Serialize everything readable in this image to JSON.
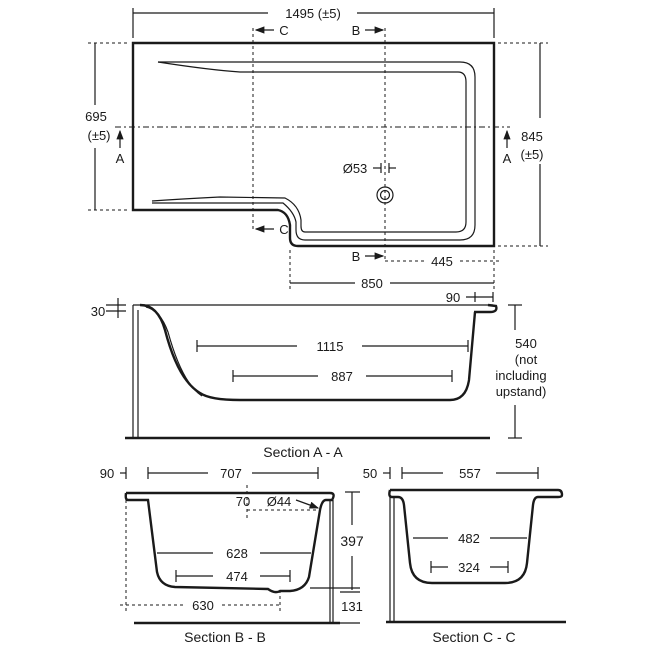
{
  "plan": {
    "length": "1495 (±5)",
    "width_narrow": "695",
    "width_narrow_tol": "(±5)",
    "width_wide": "845",
    "width_wide_tol": "(±5)",
    "waste_diameter": "Ø53",
    "waste_offset": "445",
    "shower_end": "850",
    "section_marks": {
      "a": "A",
      "b": "B",
      "c": "C"
    }
  },
  "section_a": {
    "title": "Section A - A",
    "rim": "30",
    "end_rim": "90",
    "top_length": "1115",
    "bottom_length": "887",
    "height": "540",
    "height_note_1": "(not",
    "height_note_2": "including",
    "height_note_3": "upstand)"
  },
  "section_b": {
    "title": "Section B - B",
    "rim": "90",
    "top_width": "707",
    "overflow_offset": "70",
    "overflow_diameter": "Ø44",
    "mid_width": "628",
    "bottom_width": "474",
    "waste_offset": "630",
    "depth": "397",
    "floor_gap": "131"
  },
  "section_c": {
    "title": "Section C - C",
    "rim": "50",
    "top_width": "557",
    "mid_width": "482",
    "bottom_width": "324"
  }
}
